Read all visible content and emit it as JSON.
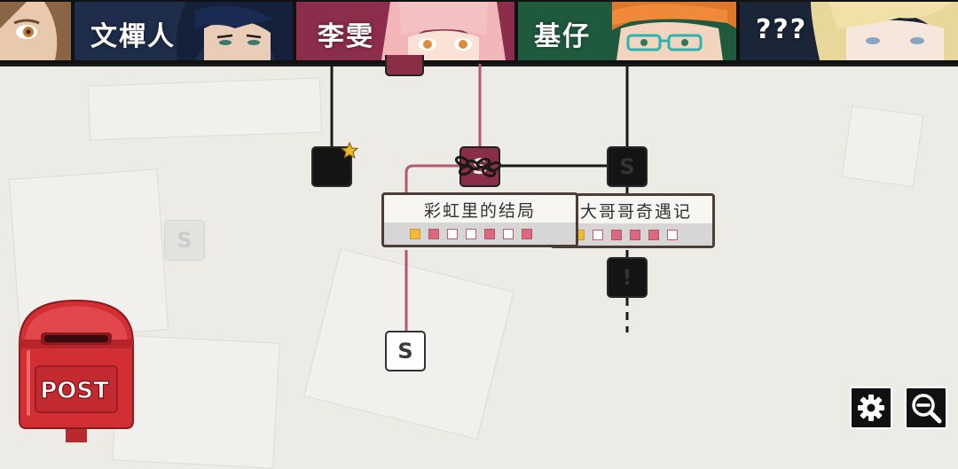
{
  "tabs": [
    {
      "name": "",
      "color": "#7a5a3a"
    },
    {
      "name": "文樿人",
      "color": "#1e2d4a"
    },
    {
      "name": "李雯",
      "color": "#8b2d4b",
      "selected": true
    },
    {
      "name": "基仔",
      "color": "#1f5a3e"
    },
    {
      "name": "???",
      "color": "#1a2538"
    }
  ],
  "cards": [
    {
      "title": "彩虹里的结局",
      "progress": [
        "gold",
        "pink",
        "empty",
        "empty",
        "pink",
        "empty",
        "pink"
      ]
    },
    {
      "title": "大哥哥奇遇记",
      "progress": [
        "gold",
        "empty",
        "pink",
        "pink",
        "pink",
        "empty"
      ]
    }
  ],
  "nodes": {
    "red_top_label": "",
    "red_s_label": "S",
    "dark_s_label": "S",
    "dark_exclaim_label": "!",
    "white_s_label": "S",
    "ghost_label": "S"
  },
  "postbox": {
    "label": "POST",
    "color": "#d12f34"
  },
  "colors": {
    "line_dark": "#1a1a1a",
    "line_red": "#b2596e",
    "star": "#f2b824",
    "card_border": "#4d3e35"
  },
  "icons": {
    "settings": "gear-icon",
    "zoom": "zoom-out-icon",
    "star": "star-icon",
    "lock": "chain-lock-icon"
  }
}
